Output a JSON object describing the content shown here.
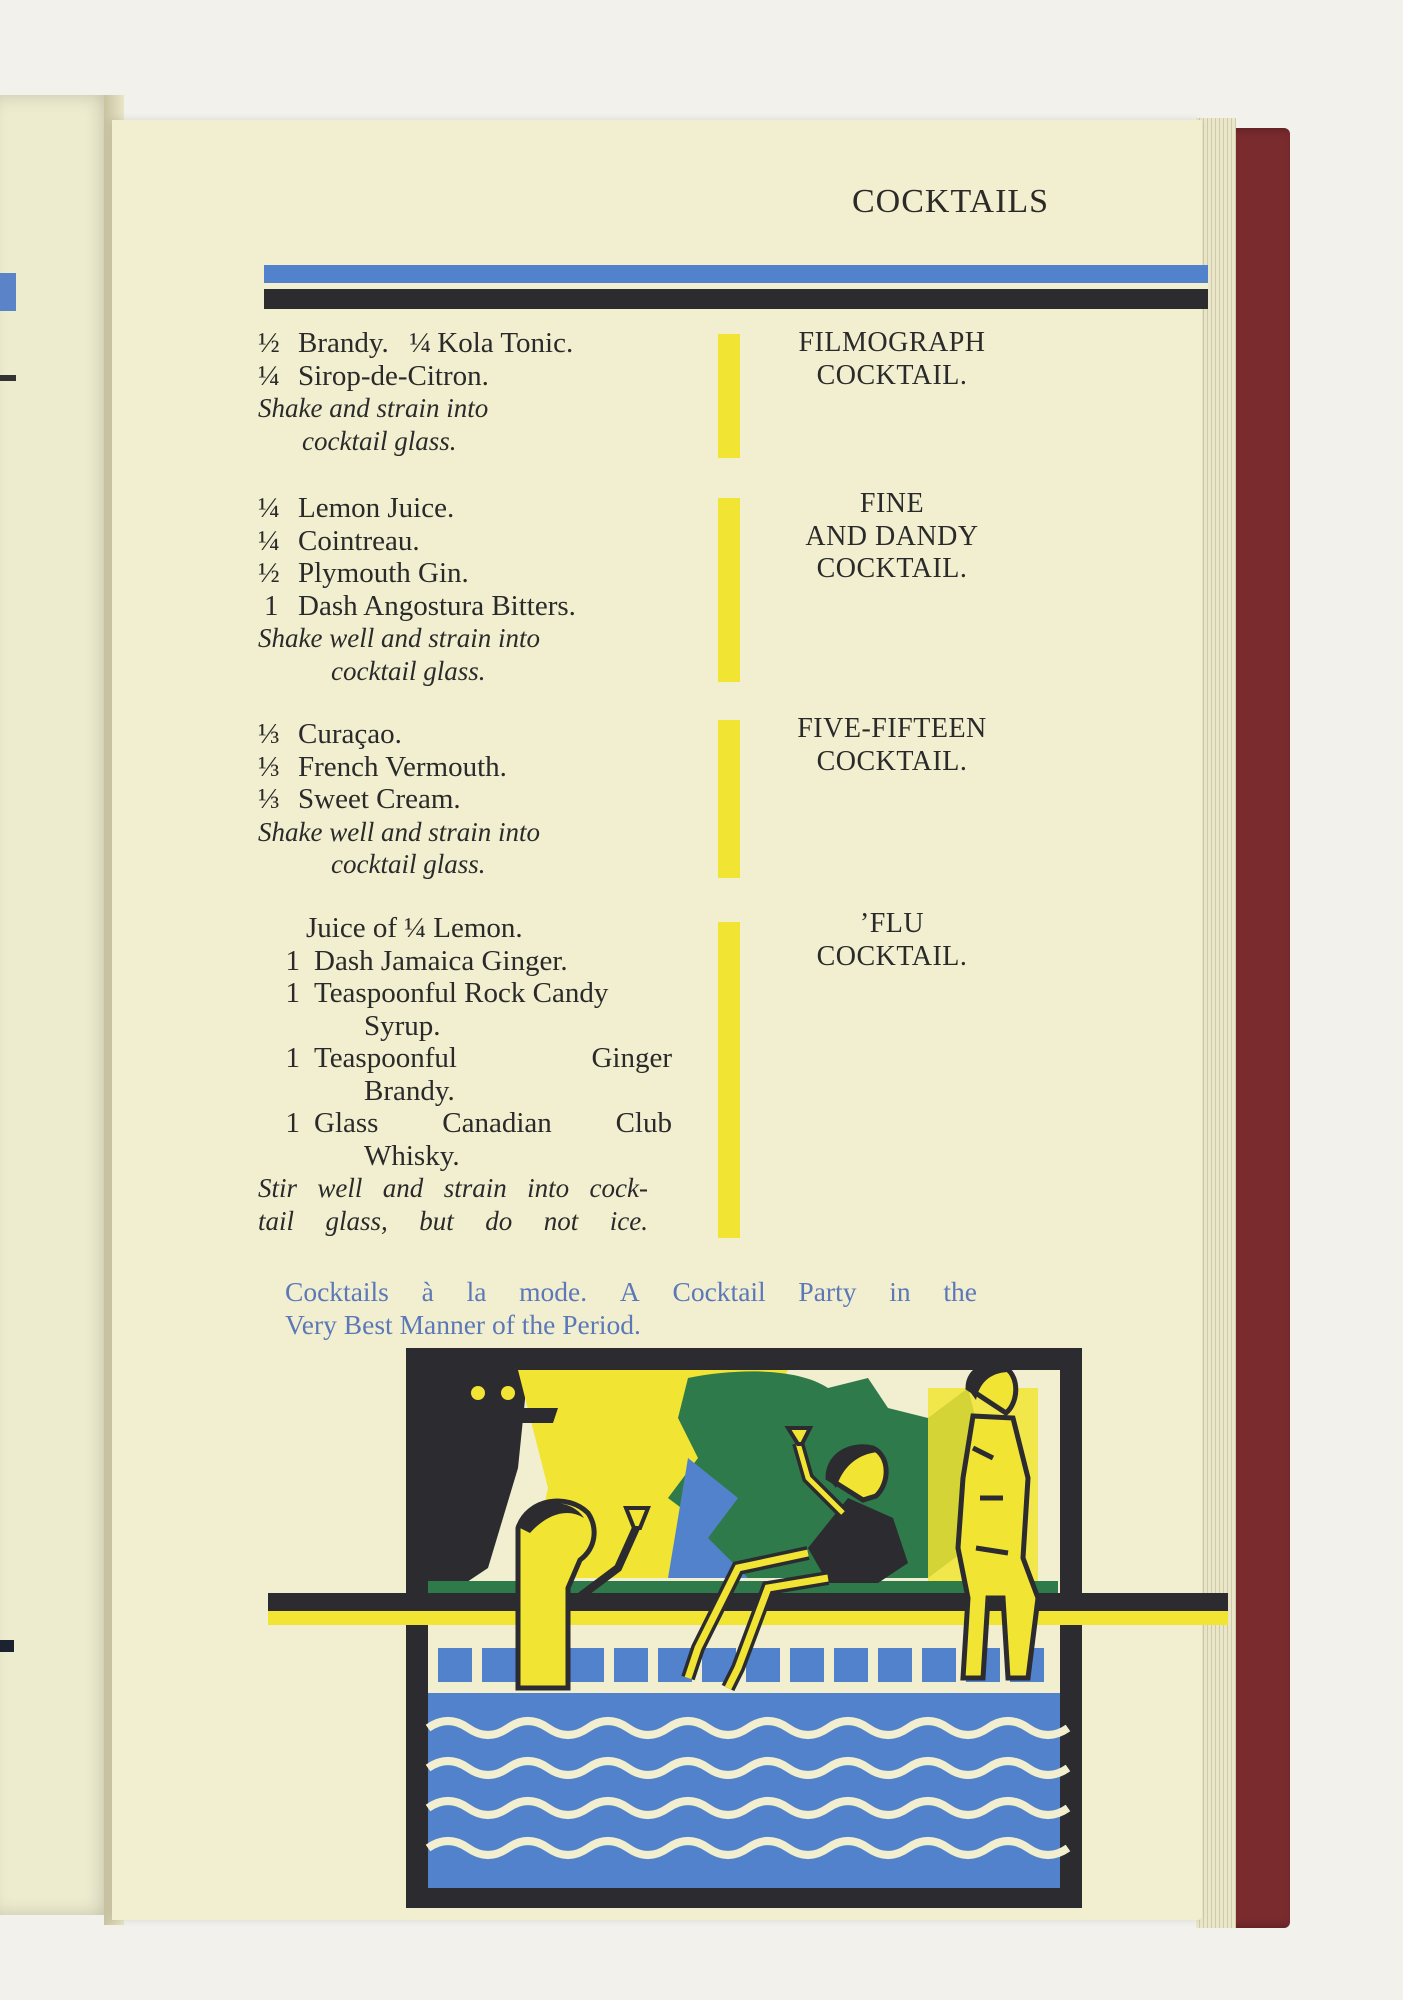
{
  "header": {
    "running_title": "COCKTAILS"
  },
  "recipes": [
    {
      "title_lines": [
        "FILMOGRAPH",
        "COCKTAIL."
      ],
      "ingredients": [
        {
          "frac": "½",
          "text": "Brandy.",
          "frac2": "¼",
          "text2": "Kola Tonic."
        },
        {
          "frac": "¼",
          "text": "Sirop-de-Citron."
        }
      ],
      "instruction_lines": [
        "Shake and strain into",
        "cocktail glass."
      ]
    },
    {
      "title_lines": [
        "FINE",
        "AND DANDY",
        "COCKTAIL."
      ],
      "ingredients": [
        {
          "frac": "¼",
          "text": "Lemon Juice."
        },
        {
          "frac": "¼",
          "text": "Cointreau."
        },
        {
          "frac": "½",
          "text": "Plymouth Gin."
        },
        {
          "frac": "1",
          "text": "Dash Angostura Bitters."
        }
      ],
      "instruction_lines": [
        "Shake well and strain into",
        "cocktail glass."
      ]
    },
    {
      "title_lines": [
        "FIVE-FIFTEEN",
        "COCKTAIL."
      ],
      "ingredients": [
        {
          "frac": "⅓",
          "text": "Curaçao."
        },
        {
          "frac": "⅓",
          "text": "French Vermouth."
        },
        {
          "frac": "⅓",
          "text": "Sweet Cream."
        }
      ],
      "instruction_lines": [
        "Shake well and strain into",
        "cocktail glass."
      ]
    },
    {
      "title_lines": [
        "’FLU",
        "COCKTAIL."
      ],
      "ingredients": [
        {
          "qty": "",
          "text": "Juice of ¼ Lemon."
        },
        {
          "qty": "1",
          "text": "Dash Jamaica Ginger."
        },
        {
          "qty": "1",
          "text": "Teaspoonful Rock Candy"
        },
        {
          "qty": "",
          "text": "Syrup."
        },
        {
          "qty": "1",
          "text_a": "Teaspoonful",
          "text_b": "Ginger"
        },
        {
          "qty": "",
          "text": "Brandy."
        },
        {
          "qty": "1",
          "text_a": "Glass",
          "text_b": "Canadian",
          "text_c": "Club"
        },
        {
          "qty": "",
          "text": "Whisky."
        }
      ],
      "instruction_lines": [
        [
          "Stir",
          "well",
          "and",
          "strain",
          "into",
          "cock-"
        ],
        [
          "tail",
          "glass,",
          "but",
          "do",
          "not",
          "ice."
        ]
      ]
    }
  ],
  "caption": {
    "line1": [
      "Cocktails",
      "à",
      "la",
      "mode.",
      "A",
      "Cocktail",
      "Party",
      "in",
      "the"
    ],
    "line2": "Very Best Manner of the Period."
  },
  "illustration": {
    "icon": "pool-party-woodcut-icon"
  },
  "colors": {
    "blue": "#5282cc",
    "yellow": "#f1e433",
    "black": "#2b2b30",
    "green": "#2e7a4a",
    "paper": "#f1efcf",
    "caption": "#5c78b8"
  }
}
